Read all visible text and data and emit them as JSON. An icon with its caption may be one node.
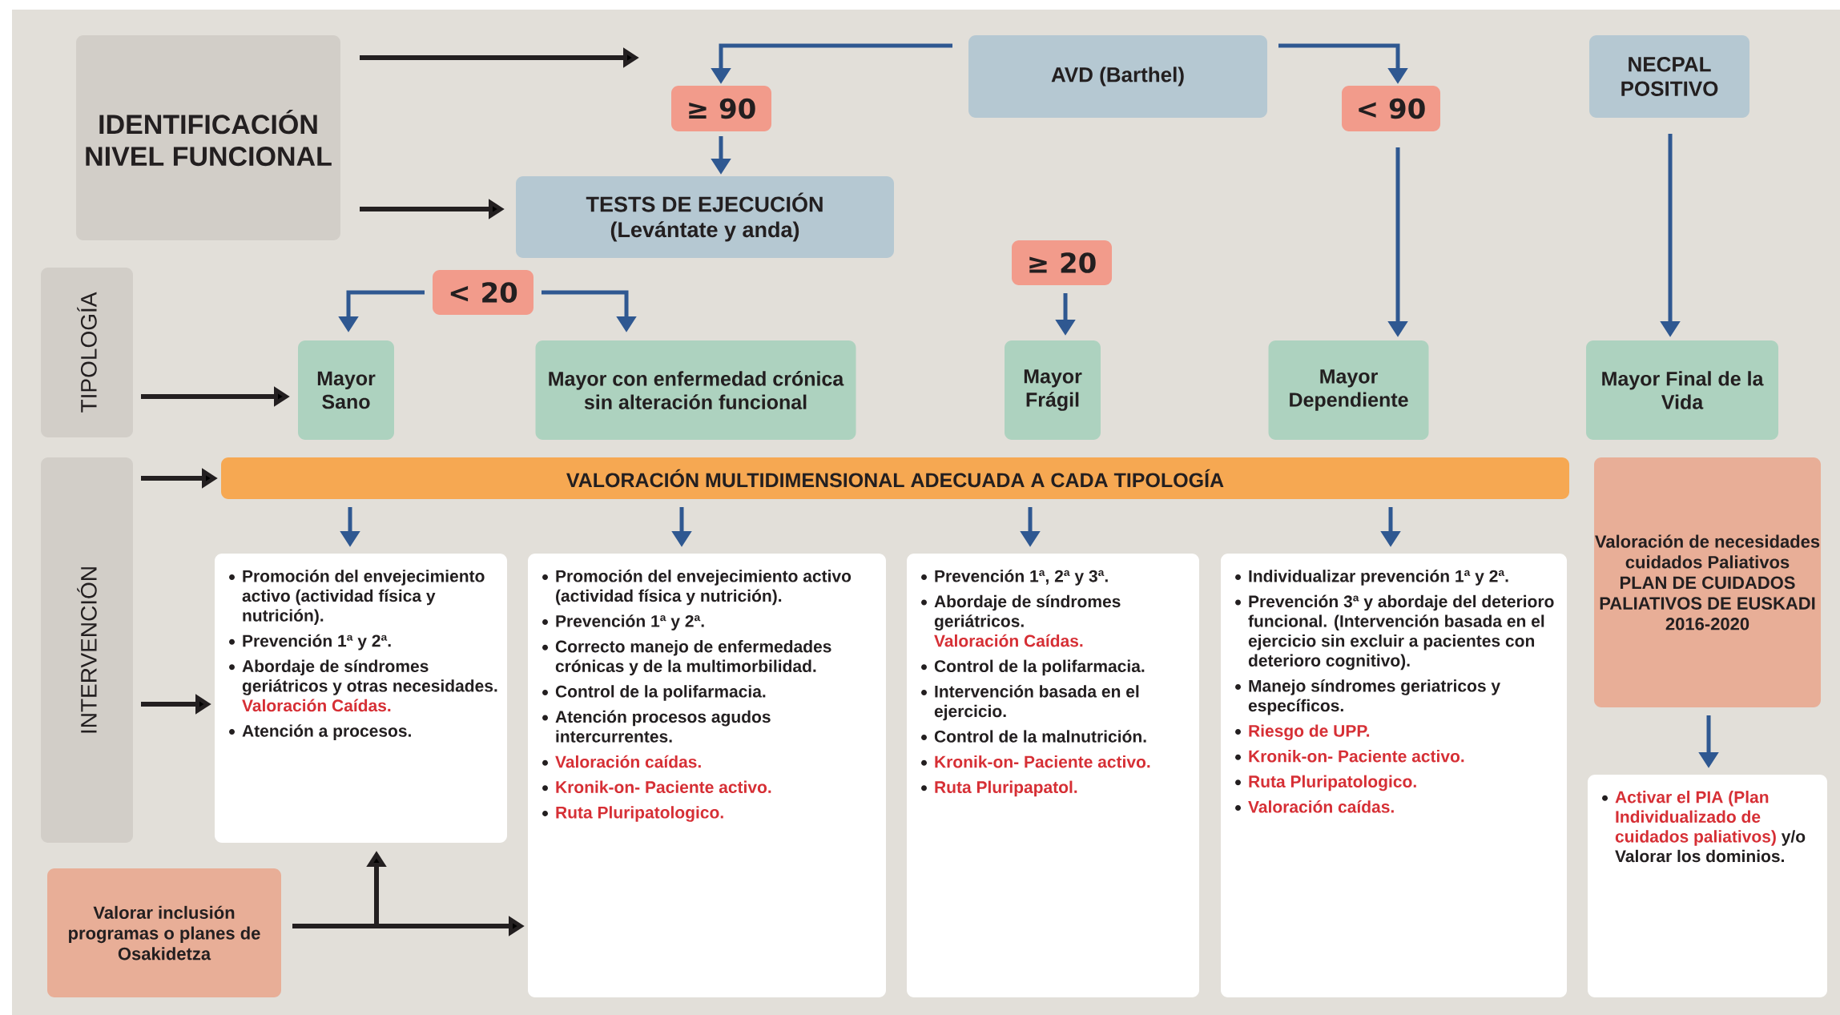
{
  "diagram": {
    "nodes": [
      {
        "text": [
          "IDENTIFICACIÓN NIVEL FUNCIONAL"
        ]
      },
      {
        "text": [
          "AVD (Barthel)"
        ]
      },
      {
        "text": [
          "NECPAL POSITIVO"
        ]
      },
      {
        "text": [
          "≥ 90"
        ]
      },
      {
        "text": [
          "< 90"
        ]
      },
      {
        "text": [
          "TESTS DE EJECUCIÓN",
          "(Levántate y anda)"
        ]
      },
      {
        "text": [
          "TIPOLOGÍA"
        ]
      },
      {
        "text": [
          "< 20"
        ]
      },
      {
        "text": [
          "≥ 20"
        ]
      },
      {
        "text": [
          "Mayor Sano"
        ]
      },
      {
        "text": [
          "Mayor con enfermedad crónica sin alteración funcional"
        ]
      },
      {
        "text": [
          "Mayor Frágil"
        ]
      },
      {
        "text": [
          "Mayor Dependiente"
        ]
      },
      {
        "text": [
          "Mayor Final de la Vida"
        ]
      },
      {
        "text": [
          "INTERVENCIÓN"
        ]
      },
      {
        "text": [
          "VALORACIÓN MULTIDIMENSIONAL ADECUADA A CADA TIPOLOGÍA"
        ]
      },
      {
        "text": [
          "Valoración de necesidades cuidados Paliativos",
          "PLAN DE CUIDADOS PALIATIVOS DE EUSKADI 2016-2020"
        ]
      },
      {
        "text": [
          "Promoción del envejecimiento activo (actividad física y nutrición).",
          "Prevención 1ª y 2ª.",
          "Abordaje de síndromes geriátricos y otras necesidades.",
          "Valoración Caídas.",
          "Atención a procesos."
        ]
      },
      {
        "text": [
          "Promoción del envejecimiento activo (actividad física y nutrición).",
          "Prevención 1ª y 2ª.",
          "Correcto manejo de enfermedades crónicas y de la multimorbilidad.",
          "Control de la polifarmacia.",
          "Atención procesos agudos intercurrentes.",
          "Valoración caídas.",
          "Kronik-on- Paciente activo.",
          "Ruta Pluripatologico."
        ]
      },
      {
        "text": [
          "Prevención 1ª, 2ª y 3ª.",
          "Abordaje de síndromes geriátricos.",
          "Valoración Caídas.",
          "Control de la polifarmacia.",
          "Intervención basada en el ejercicio.",
          "Control de la malnutrición.",
          "Kronik-on- Paciente activo.",
          "Ruta Pluripapatol."
        ]
      },
      {
        "text": [
          "Individualizar prevención 1ª y 2ª.",
          "Prevención 3ª y abordaje del deterioro funcional. (Intervención basada en el ejercicio sin excluir a pacientes con deterioro cognitivo).",
          "Manejo síndromes geriatricos y específicos.",
          "Riesgo de UPP.",
          "Kronik-on- Paciente activo.",
          "Ruta Pluripatologico.",
          "Valoración caídas."
        ]
      },
      {
        "text": [
          "Activar el PIA (Plan Individualizado de cuidados paliativos)",
          "y/o Valorar los dominios."
        ]
      },
      {
        "text": [
          "Valorar inclusión programas o planes de Osakidetza"
        ]
      }
    ],
    "edges": [
      {
        "from": 0,
        "to": null,
        "arrow": "to",
        "color": "#231f20"
      },
      {
        "from": 0,
        "to": 5,
        "arrow": "to",
        "color": "#231f20"
      },
      {
        "from": 1,
        "to": 3,
        "arrow": "to"
      },
      {
        "from": 3,
        "to": 5,
        "arrow": "to"
      },
      {
        "from": 1,
        "to": 4,
        "arrow": "to"
      },
      {
        "from": 4,
        "to": 12,
        "arrow": "to"
      },
      {
        "from": 2,
        "to": 13,
        "arrow": "to"
      },
      {
        "from": 7,
        "to": 9,
        "arrow": "to"
      },
      {
        "from": 7,
        "to": 10,
        "arrow": "to"
      },
      {
        "from": 8,
        "to": 11,
        "arrow": "to"
      },
      {
        "from": 6,
        "to": 9,
        "arrow": "to",
        "color": "#231f20"
      },
      {
        "from": 14,
        "to": 15,
        "arrow": "to",
        "color": "#231f20"
      },
      {
        "from": 14,
        "to": 17,
        "arrow": "to",
        "color": "#231f20"
      },
      {
        "from": 15,
        "to": 17,
        "arrow": "to"
      },
      {
        "from": 15,
        "to": 18,
        "arrow": "to"
      },
      {
        "from": 15,
        "to": 19,
        "arrow": "to"
      },
      {
        "from": 15,
        "to": 20,
        "arrow": "to"
      },
      {
        "from": 16,
        "to": 21,
        "arrow": "to"
      },
      {
        "from": 22,
        "to": 18,
        "arrow": "to",
        "color": "#231f20"
      },
      {
        "from": 22,
        "to": 17,
        "arrow": "to",
        "color": "#231f20"
      }
    ]
  }
}
